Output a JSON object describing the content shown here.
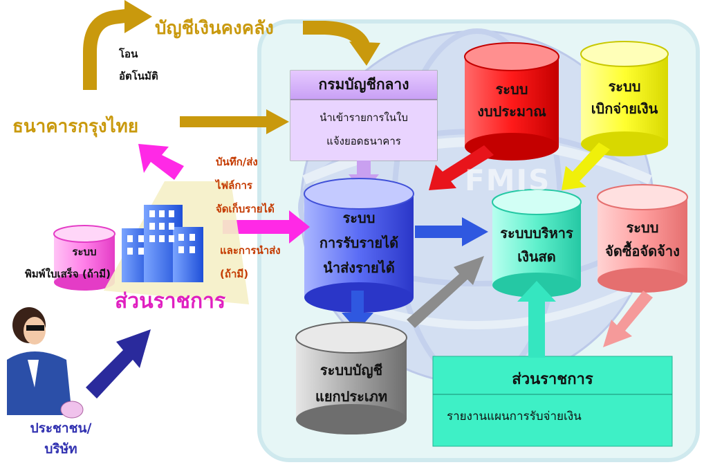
{
  "treasury_label": "บัญชีเงินคงคลัง",
  "auto_transfer": [
    "โอน",
    "อัตโนมัติ"
  ],
  "bank_label": "ธนาคารกรุงไทย",
  "comptroller": {
    "title": "กรมบัญชีกลาง",
    "body": [
      "นำเข้ารายการในใบ",
      "แจ้งยอดธนาคาร"
    ]
  },
  "budget_system": [
    "ระบบ",
    "งบประมาณ"
  ],
  "disbursement_system": [
    "ระบบ",
    "เบิกจ่ายเงิน"
  ],
  "record_note": [
    "บันทึก/ส่ง",
    "ไฟล์การ",
    "จัดเก็บรายได้",
    "และการนำส่ง",
    "(ถ้ามี)"
  ],
  "revenue_system": [
    "ระบบ",
    "การรับรายได้",
    "นำส่งรายได้"
  ],
  "cash_mgmt_system": [
    "ระบบบริหาร",
    "เงินสด"
  ],
  "procurement_system": [
    "ระบบ",
    "จัดซื้อจัดจ้าง"
  ],
  "receipt_system": [
    "ระบบ",
    "พิมพ์ใบเสร็จ (ถ้ามี)"
  ],
  "agency_label": "ส่วนราชการ",
  "ledger_system": [
    "ระบบบัญชี",
    "แยกประเภท"
  ],
  "agency_box": {
    "title": "ส่วนราชการ",
    "body": "รายงานแผนการรับจ่ายเงิน"
  },
  "citizen_label": [
    "ประชาชน/",
    "บริษัท"
  ],
  "watermark": "FMIS",
  "colors": {
    "gold": "#d4a017",
    "magenta": "#ff29e6",
    "blue": "#2f4fd0",
    "red": "#e8141b",
    "yellow": "#f0f00a",
    "mint": "#35e6c0",
    "pink": "#f59a9a",
    "grey": "#8c8c8c",
    "navy": "#2a2a9c"
  }
}
